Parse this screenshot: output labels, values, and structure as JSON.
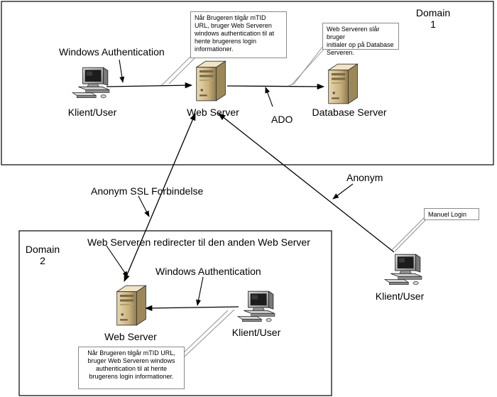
{
  "domains": {
    "domain1": "Domain\n1",
    "domain2": "Domain\n2"
  },
  "nodes": {
    "client_top": "Klient/User",
    "webserver_top": "Web Server",
    "database_server": "Database Server",
    "webserver_bottom": "Web Server",
    "client_bottom": "Klient/User",
    "client_right": "Klient/User"
  },
  "connections": {
    "windows_auth_top": "Windows Authentication",
    "ado": "ADO",
    "anonym_ssl": "Anonym SSL Forbindelse",
    "anonym": "Anonym",
    "windows_auth_bottom": "Windows Authentication",
    "redirect": "Web Serveren redirecter til den anden Web Server"
  },
  "notes": {
    "top_webserver": "Når Brugeren tilgår mTID\nURL, bruger Web Serveren\nwindows authentication til at\nhente brugerens login\ninformationer.",
    "database": "Web Serveren slår bruger\ninitialer op på Database\nServeren.",
    "manual_login": "Manuel Login",
    "bottom_webserver": "Når Brugeren tilgår mTID URL,\nbruger Web Serveren windows\nauthentication til at hente\nbrugerens login informationer."
  }
}
